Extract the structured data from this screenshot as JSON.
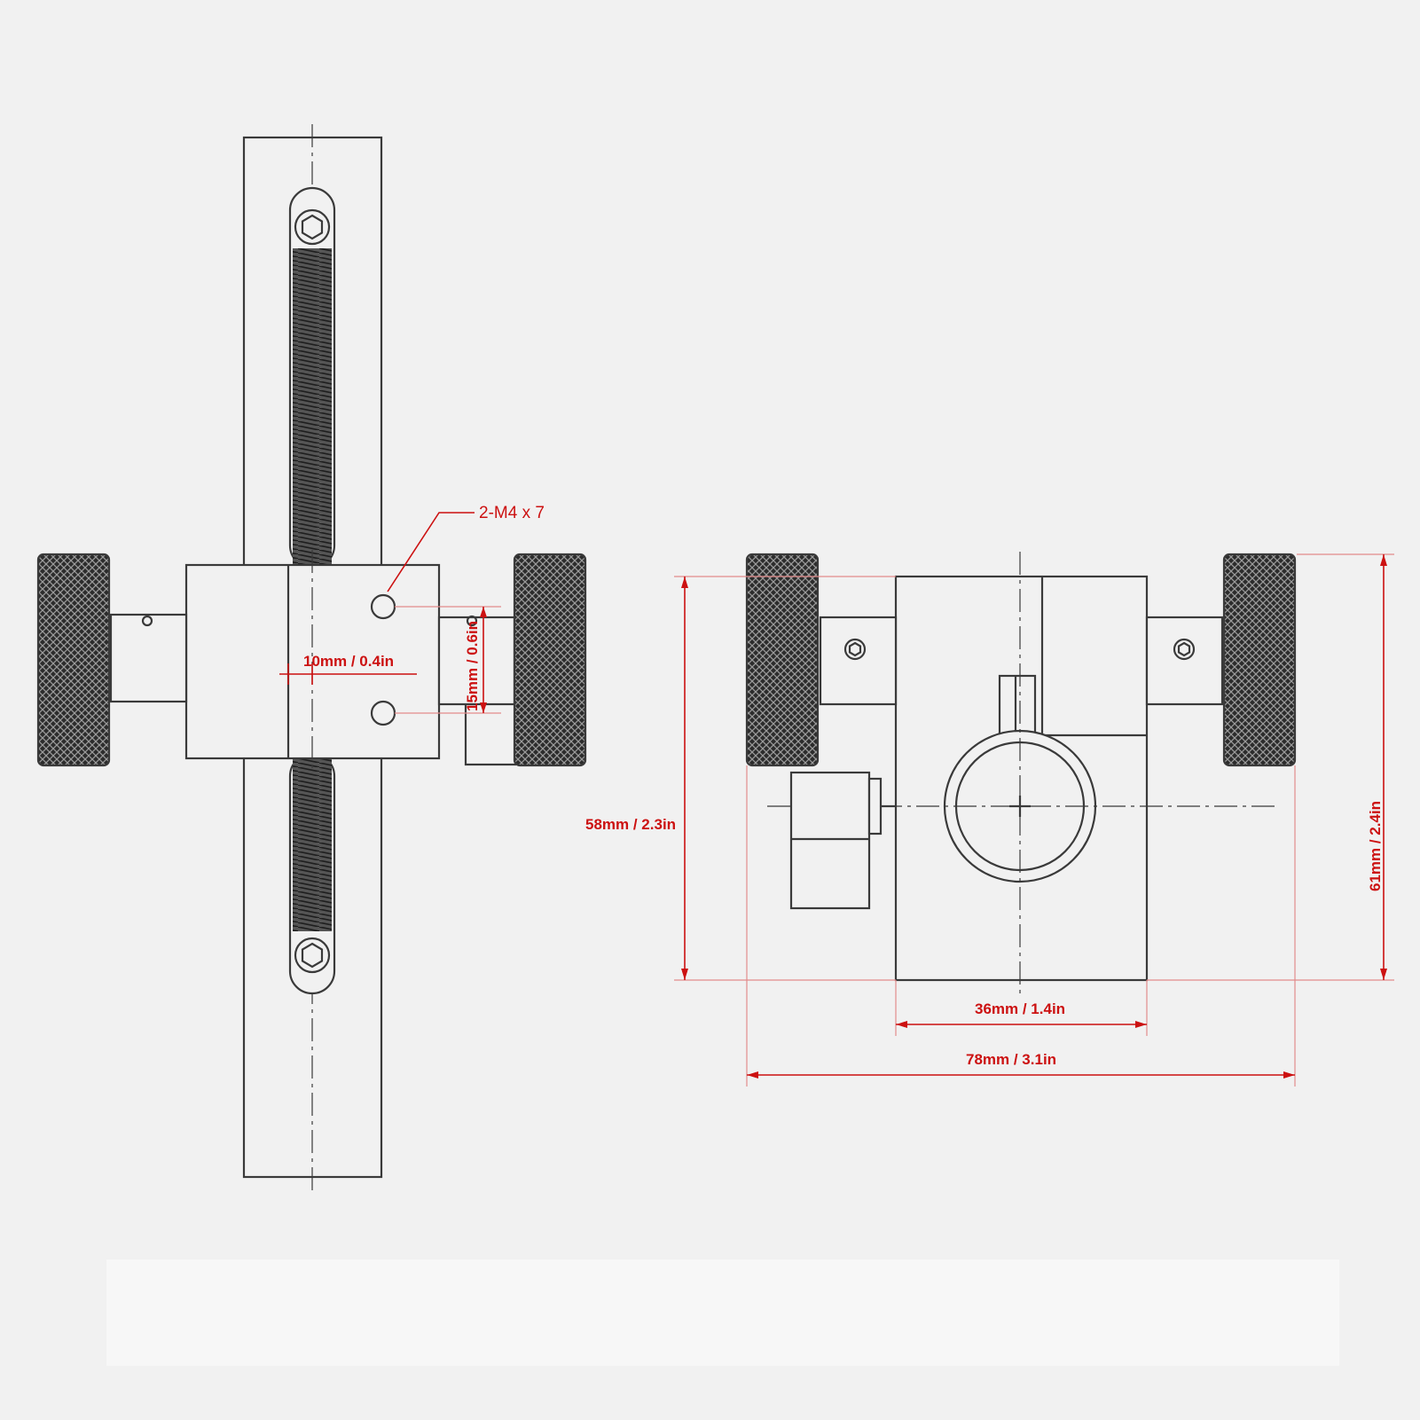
{
  "colors": {
    "background": "#f1f1f1",
    "outline": "#3a3a3a",
    "dimension": "#cc1111",
    "extension_line": "#e28b8b",
    "knurl_fill": "#2c2c2c",
    "thread_fill": "#4a4a4a"
  },
  "front_view": {
    "hole_callout": "2-M4 x 7",
    "hole_spacing": "10mm / 0.4in",
    "slot_height": "15mm / 0.6in"
  },
  "side_view": {
    "body_height": "58mm / 2.3in",
    "overall_height": "61mm / 2.4in",
    "body_width": "36mm / 1.4in",
    "overall_width": "78mm / 3.1in"
  }
}
